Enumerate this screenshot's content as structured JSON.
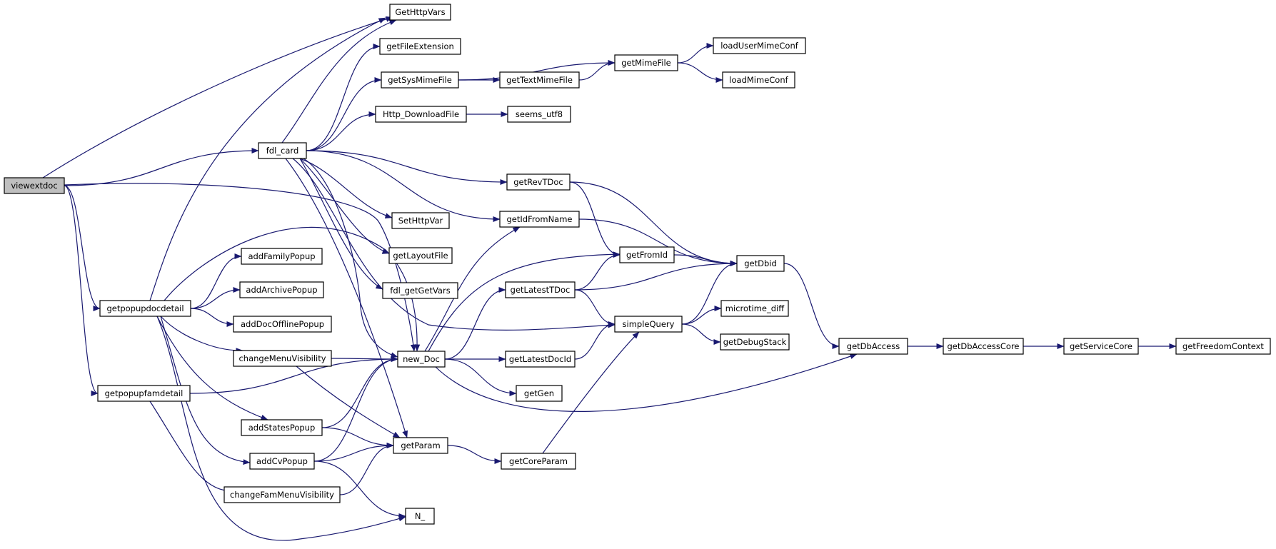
{
  "graph": {
    "root": "viewextdoc",
    "colors": {
      "edge": "#191970",
      "node_fill": "#ffffff",
      "root_fill": "#bfbfbf",
      "border": "#000000"
    },
    "nodes": [
      {
        "id": "viewextdoc",
        "label": "viewextdoc"
      },
      {
        "id": "GetHttpVars",
        "label": "GetHttpVars"
      },
      {
        "id": "getFileExtension",
        "label": "getFileExtension"
      },
      {
        "id": "getSysMimeFile",
        "label": "getSysMimeFile"
      },
      {
        "id": "getTextMimeFile",
        "label": "getTextMimeFile"
      },
      {
        "id": "getMimeFile",
        "label": "getMimeFile"
      },
      {
        "id": "loadUserMimeConf",
        "label": "loadUserMimeConf"
      },
      {
        "id": "loadMimeConf",
        "label": "loadMimeConf"
      },
      {
        "id": "Http_DownloadFile",
        "label": "Http_DownloadFile"
      },
      {
        "id": "seems_utf8",
        "label": "seems_utf8"
      },
      {
        "id": "fdl_card",
        "label": "fdl_card"
      },
      {
        "id": "getRevTDoc",
        "label": "getRevTDoc"
      },
      {
        "id": "SetHttpVar",
        "label": "SetHttpVar"
      },
      {
        "id": "getIdFromName",
        "label": "getIdFromName"
      },
      {
        "id": "getLayoutFile",
        "label": "getLayoutFile"
      },
      {
        "id": "getFromId",
        "label": "getFromId"
      },
      {
        "id": "getDbid",
        "label": "getDbid"
      },
      {
        "id": "addFamilyPopup",
        "label": "addFamilyPopup"
      },
      {
        "id": "fdl_getGetVars",
        "label": "fdl_getGetVars"
      },
      {
        "id": "getLatestTDoc",
        "label": "getLatestTDoc"
      },
      {
        "id": "addArchivePopup",
        "label": "addArchivePopup"
      },
      {
        "id": "getpopupdocdetail",
        "label": "getpopupdocdetail"
      },
      {
        "id": "microtime_diff",
        "label": "microtime_diff"
      },
      {
        "id": "simpleQuery",
        "label": "simpleQuery"
      },
      {
        "id": "addDocOfflinePopup",
        "label": "addDocOfflinePopup"
      },
      {
        "id": "getDebugStack",
        "label": "getDebugStack"
      },
      {
        "id": "getDbAccess",
        "label": "getDbAccess"
      },
      {
        "id": "getDbAccessCore",
        "label": "getDbAccessCore"
      },
      {
        "id": "getServiceCore",
        "label": "getServiceCore"
      },
      {
        "id": "getFreedomContext",
        "label": "getFreedomContext"
      },
      {
        "id": "changeMenuVisibility",
        "label": "changeMenuVisibility"
      },
      {
        "id": "new_Doc",
        "label": "new_Doc"
      },
      {
        "id": "getLatestDocId",
        "label": "getLatestDocId"
      },
      {
        "id": "getpopupfamdetail",
        "label": "getpopupfamdetail"
      },
      {
        "id": "getGen",
        "label": "getGen"
      },
      {
        "id": "addStatesPopup",
        "label": "addStatesPopup"
      },
      {
        "id": "getParam",
        "label": "getParam"
      },
      {
        "id": "addCvPopup",
        "label": "addCvPopup"
      },
      {
        "id": "getCoreParam",
        "label": "getCoreParam"
      },
      {
        "id": "changeFamMenuVisibility",
        "label": "changeFamMenuVisibility"
      },
      {
        "id": "N_",
        "label": "N_"
      }
    ],
    "edges": [
      [
        "viewextdoc",
        "GetHttpVars"
      ],
      [
        "viewextdoc",
        "fdl_card"
      ],
      [
        "viewextdoc",
        "new_Doc"
      ],
      [
        "viewextdoc",
        "getpopupdocdetail"
      ],
      [
        "viewextdoc",
        "getpopupfamdetail"
      ],
      [
        "fdl_card",
        "GetHttpVars"
      ],
      [
        "fdl_card",
        "getFileExtension"
      ],
      [
        "fdl_card",
        "getSysMimeFile"
      ],
      [
        "fdl_card",
        "Http_DownloadFile"
      ],
      [
        "fdl_card",
        "getRevTDoc"
      ],
      [
        "fdl_card",
        "getIdFromName"
      ],
      [
        "fdl_card",
        "SetHttpVar"
      ],
      [
        "fdl_card",
        "getLayoutFile"
      ],
      [
        "fdl_card",
        "fdl_getGetVars"
      ],
      [
        "fdl_card",
        "new_Doc"
      ],
      [
        "fdl_card",
        "simpleQuery"
      ],
      [
        "fdl_card",
        "getParam"
      ],
      [
        "getSysMimeFile",
        "getMimeFile"
      ],
      [
        "getSysMimeFile",
        "getTextMimeFile"
      ],
      [
        "getTextMimeFile",
        "getMimeFile"
      ],
      [
        "getMimeFile",
        "loadUserMimeConf"
      ],
      [
        "getMimeFile",
        "loadMimeConf"
      ],
      [
        "Http_DownloadFile",
        "seems_utf8"
      ],
      [
        "getRevTDoc",
        "getFromId"
      ],
      [
        "getRevTDoc",
        "getDbid"
      ],
      [
        "getIdFromName",
        "getDbid"
      ],
      [
        "getFromId",
        "getDbid"
      ],
      [
        "getLatestTDoc",
        "getFromId"
      ],
      [
        "getLatestTDoc",
        "getDbid"
      ],
      [
        "getLatestTDoc",
        "simpleQuery"
      ],
      [
        "simpleQuery",
        "getDbid"
      ],
      [
        "simpleQuery",
        "microtime_diff"
      ],
      [
        "simpleQuery",
        "getDebugStack"
      ],
      [
        "getDbid",
        "getDbAccess"
      ],
      [
        "getDbAccess",
        "getDbAccessCore"
      ],
      [
        "getDbAccessCore",
        "getServiceCore"
      ],
      [
        "getServiceCore",
        "getFreedomContext"
      ],
      [
        "getpopupdocdetail",
        "GetHttpVars"
      ],
      [
        "getpopupdocdetail",
        "new_Doc"
      ],
      [
        "getpopupdocdetail",
        "addFamilyPopup"
      ],
      [
        "getpopupdocdetail",
        "addArchivePopup"
      ],
      [
        "getpopupdocdetail",
        "addDocOfflinePopup"
      ],
      [
        "getpopupdocdetail",
        "changeMenuVisibility"
      ],
      [
        "getpopupdocdetail",
        "addStatesPopup"
      ],
      [
        "getpopupdocdetail",
        "addCvPopup"
      ],
      [
        "getpopupdocdetail",
        "N_"
      ],
      [
        "changeMenuVisibility",
        "new_Doc"
      ],
      [
        "changeMenuVisibility",
        "getParam"
      ],
      [
        "new_Doc",
        "getIdFromName"
      ],
      [
        "new_Doc",
        "getFromId"
      ],
      [
        "new_Doc",
        "getLatestTDoc"
      ],
      [
        "new_Doc",
        "getLatestDocId"
      ],
      [
        "new_Doc",
        "getGen"
      ],
      [
        "new_Doc",
        "getDbAccess"
      ],
      [
        "getLatestDocId",
        "simpleQuery"
      ],
      [
        "getpopupfamdetail",
        "new_Doc"
      ],
      [
        "getpopupfamdetail",
        "changeFamMenuVisibility"
      ],
      [
        "addStatesPopup",
        "new_Doc"
      ],
      [
        "addStatesPopup",
        "getParam"
      ],
      [
        "addCvPopup",
        "new_Doc"
      ],
      [
        "addCvPopup",
        "getParam"
      ],
      [
        "addCvPopup",
        "N_"
      ],
      [
        "getParam",
        "getCoreParam"
      ],
      [
        "getCoreParam",
        "simpleQuery"
      ],
      [
        "changeFamMenuVisibility",
        "getParam"
      ]
    ]
  }
}
